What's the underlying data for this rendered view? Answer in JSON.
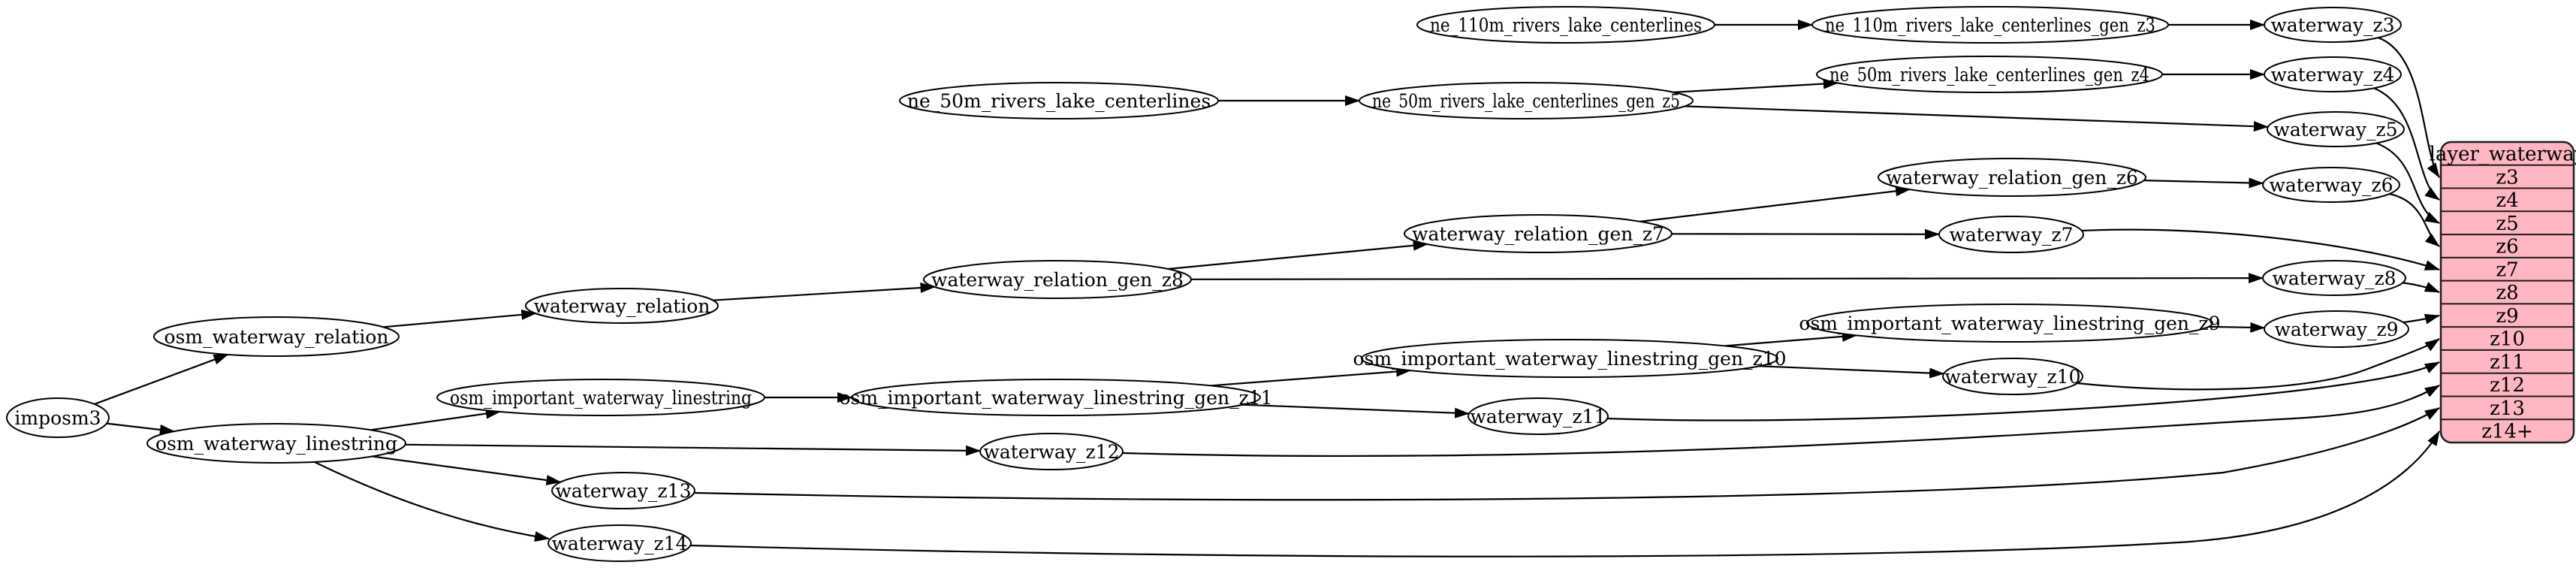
{
  "diagram": {
    "kind": "dependency-graph",
    "colors": {
      "background": "#ffffff",
      "node_fill": "#ffffff",
      "node_stroke": "#000000",
      "edge_color": "#000000",
      "table_fill": "#ffb6c1",
      "table_stroke": "#1f1f1f",
      "table_divider": "#1a1a1a"
    },
    "table": {
      "title": "layer_waterway",
      "rows": [
        "z3",
        "z4",
        "z5",
        "z6",
        "z7",
        "z8",
        "z9",
        "z10",
        "z11",
        "z12",
        "z13",
        "z14+"
      ]
    },
    "nodes": [
      {
        "id": "imposm3",
        "label": "imposm3"
      },
      {
        "id": "osm_waterway_relation",
        "label": "osm_waterway_relation"
      },
      {
        "id": "osm_waterway_linestring",
        "label": "osm_waterway_linestring"
      },
      {
        "id": "waterway_relation",
        "label": "waterway_relation"
      },
      {
        "id": "waterway_relation_gen_z8",
        "label": "waterway_relation_gen_z8"
      },
      {
        "id": "waterway_relation_gen_z7",
        "label": "waterway_relation_gen_z7"
      },
      {
        "id": "waterway_relation_gen_z6",
        "label": "waterway_relation_gen_z6"
      },
      {
        "id": "osm_important_waterway_linestring",
        "label": "osm_important_waterway_linestring"
      },
      {
        "id": "osm_important_waterway_linestring_gen_z11",
        "label": "osm_important_waterway_linestring_gen_z11"
      },
      {
        "id": "osm_important_waterway_linestring_gen_z10",
        "label": "osm_important_waterway_linestring_gen_z10"
      },
      {
        "id": "osm_important_waterway_linestring_gen_z9",
        "label": "osm_important_waterway_linestring_gen_z9"
      },
      {
        "id": "ne_110m_rivers_lake_centerlines",
        "label": "ne_110m_rivers_lake_centerlines"
      },
      {
        "id": "ne_110m_rivers_lake_centerlines_gen_z3",
        "label": "ne_110m_rivers_lake_centerlines_gen_z3"
      },
      {
        "id": "ne_50m_rivers_lake_centerlines",
        "label": "ne_50m_rivers_lake_centerlines"
      },
      {
        "id": "ne_50m_rivers_lake_centerlines_gen_z5",
        "label": "ne_50m_rivers_lake_centerlines_gen_z5"
      },
      {
        "id": "ne_50m_rivers_lake_centerlines_gen_z4",
        "label": "ne_50m_rivers_lake_centerlines_gen_z4"
      },
      {
        "id": "waterway_z3",
        "label": "waterway_z3"
      },
      {
        "id": "waterway_z4",
        "label": "waterway_z4"
      },
      {
        "id": "waterway_z5",
        "label": "waterway_z5"
      },
      {
        "id": "waterway_z6",
        "label": "waterway_z6"
      },
      {
        "id": "waterway_z7",
        "label": "waterway_z7"
      },
      {
        "id": "waterway_z8",
        "label": "waterway_z8"
      },
      {
        "id": "waterway_z9",
        "label": "waterway_z9"
      },
      {
        "id": "waterway_z10",
        "label": "waterway_z10"
      },
      {
        "id": "waterway_z11",
        "label": "waterway_z11"
      },
      {
        "id": "waterway_z12",
        "label": "waterway_z12"
      },
      {
        "id": "waterway_z13",
        "label": "waterway_z13"
      },
      {
        "id": "waterway_z14",
        "label": "waterway_z14"
      }
    ],
    "edges": [
      {
        "from": "imposm3",
        "to": "osm_waterway_relation"
      },
      {
        "from": "imposm3",
        "to": "osm_waterway_linestring"
      },
      {
        "from": "osm_waterway_relation",
        "to": "waterway_relation"
      },
      {
        "from": "waterway_relation",
        "to": "waterway_relation_gen_z8"
      },
      {
        "from": "waterway_relation_gen_z8",
        "to": "waterway_relation_gen_z7"
      },
      {
        "from": "waterway_relation_gen_z8",
        "to": "waterway_z8"
      },
      {
        "from": "waterway_relation_gen_z7",
        "to": "waterway_relation_gen_z6"
      },
      {
        "from": "waterway_relation_gen_z7",
        "to": "waterway_z7"
      },
      {
        "from": "waterway_relation_gen_z6",
        "to": "waterway_z6"
      },
      {
        "from": "osm_waterway_linestring",
        "to": "osm_important_waterway_linestring"
      },
      {
        "from": "osm_waterway_linestring",
        "to": "waterway_z12"
      },
      {
        "from": "osm_waterway_linestring",
        "to": "waterway_z13"
      },
      {
        "from": "osm_waterway_linestring",
        "to": "waterway_z14"
      },
      {
        "from": "osm_important_waterway_linestring",
        "to": "osm_important_waterway_linestring_gen_z11"
      },
      {
        "from": "osm_important_waterway_linestring_gen_z11",
        "to": "osm_important_waterway_linestring_gen_z10"
      },
      {
        "from": "osm_important_waterway_linestring_gen_z11",
        "to": "waterway_z11"
      },
      {
        "from": "osm_important_waterway_linestring_gen_z10",
        "to": "osm_important_waterway_linestring_gen_z9"
      },
      {
        "from": "osm_important_waterway_linestring_gen_z10",
        "to": "waterway_z10"
      },
      {
        "from": "osm_important_waterway_linestring_gen_z9",
        "to": "waterway_z9"
      },
      {
        "from": "ne_110m_rivers_lake_centerlines",
        "to": "ne_110m_rivers_lake_centerlines_gen_z3"
      },
      {
        "from": "ne_110m_rivers_lake_centerlines_gen_z3",
        "to": "waterway_z3"
      },
      {
        "from": "ne_50m_rivers_lake_centerlines",
        "to": "ne_50m_rivers_lake_centerlines_gen_z5"
      },
      {
        "from": "ne_50m_rivers_lake_centerlines_gen_z5",
        "to": "ne_50m_rivers_lake_centerlines_gen_z4"
      },
      {
        "from": "ne_50m_rivers_lake_centerlines_gen_z5",
        "to": "waterway_z5"
      },
      {
        "from": "ne_50m_rivers_lake_centerlines_gen_z4",
        "to": "waterway_z4"
      },
      {
        "from": "waterway_z3",
        "to": "layer_waterway",
        "row": "z3"
      },
      {
        "from": "waterway_z4",
        "to": "layer_waterway",
        "row": "z4"
      },
      {
        "from": "waterway_z5",
        "to": "layer_waterway",
        "row": "z5"
      },
      {
        "from": "waterway_z6",
        "to": "layer_waterway",
        "row": "z6"
      },
      {
        "from": "waterway_z7",
        "to": "layer_waterway",
        "row": "z7"
      },
      {
        "from": "waterway_z8",
        "to": "layer_waterway",
        "row": "z8"
      },
      {
        "from": "waterway_z9",
        "to": "layer_waterway",
        "row": "z9"
      },
      {
        "from": "waterway_z10",
        "to": "layer_waterway",
        "row": "z10"
      },
      {
        "from": "waterway_z11",
        "to": "layer_waterway",
        "row": "z11"
      },
      {
        "from": "waterway_z12",
        "to": "layer_waterway",
        "row": "z12"
      },
      {
        "from": "waterway_z13",
        "to": "layer_waterway",
        "row": "z13"
      },
      {
        "from": "waterway_z14",
        "to": "layer_waterway",
        "row": "z14+"
      }
    ]
  }
}
